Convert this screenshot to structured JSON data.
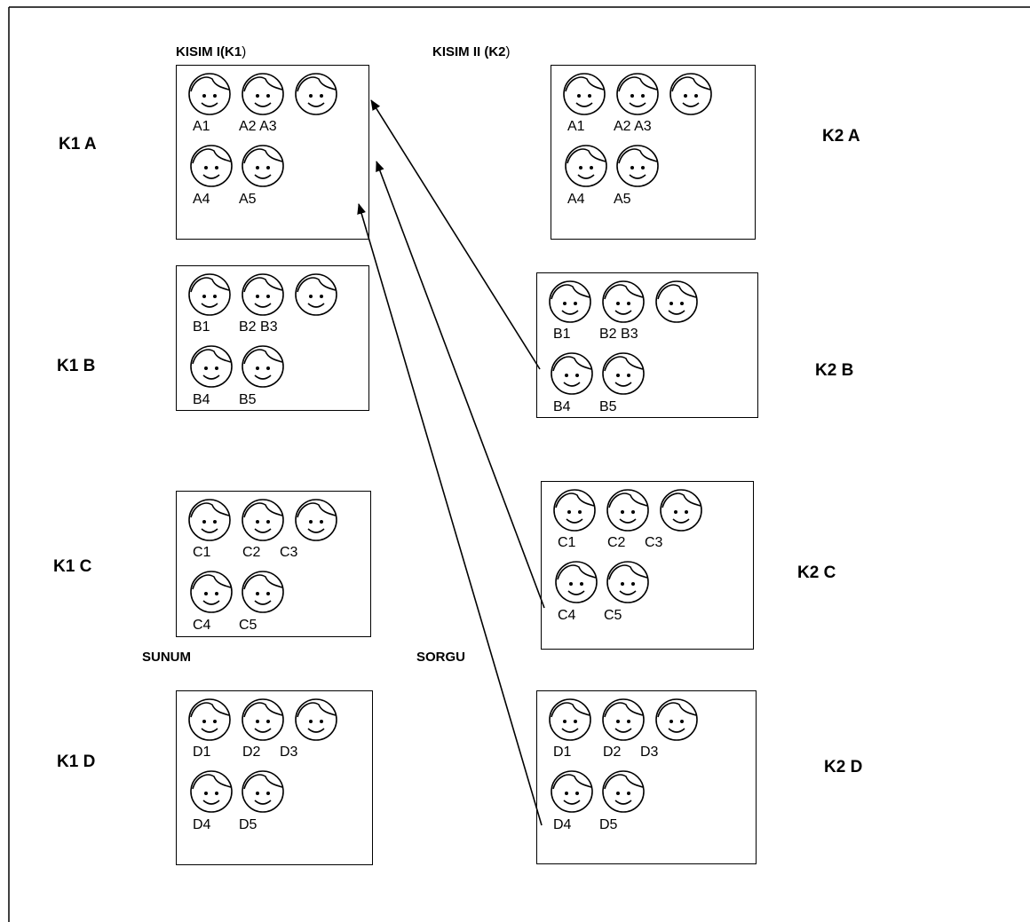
{
  "headers": {
    "left_pre": "KISIM I(",
    "left_mid": "K1",
    "left_post": ")",
    "right_pre": "KISIM II (",
    "right_mid": "K2",
    "right_post": ")"
  },
  "footers": {
    "left": "SUNUM",
    "right": "SORGU"
  },
  "left_groups": [
    {
      "label": "K1 A",
      "row1": [
        "A1",
        "A2 A3"
      ],
      "row2": [
        "A4",
        "A5"
      ]
    },
    {
      "label": "K1 B",
      "row1": [
        "B1",
        "B2 B3"
      ],
      "row2": [
        "B4",
        "B5"
      ]
    },
    {
      "label": "K1 C",
      "row1": [
        "C1",
        "C2",
        "C3"
      ],
      "row2": [
        "C4",
        "C5"
      ]
    },
    {
      "label": "K1 D",
      "row1": [
        "D1",
        "D2",
        "D3"
      ],
      "row2": [
        "D4",
        "D5"
      ]
    }
  ],
  "right_groups": [
    {
      "label": "K2 A",
      "row1": [
        "A1",
        "A2 A3"
      ],
      "row2": [
        "A4",
        "A5"
      ]
    },
    {
      "label": "K2 B",
      "row1": [
        "B1",
        "B2 B3"
      ],
      "row2": [
        "B4",
        "B5"
      ]
    },
    {
      "label": "K2 C",
      "row1": [
        "C1",
        "C2",
        "C3"
      ],
      "row2": [
        "C4",
        "C5"
      ]
    },
    {
      "label": "K2 D",
      "row1": [
        "D1",
        "D2",
        "D3"
      ],
      "row2": [
        "D4",
        "D5"
      ]
    }
  ],
  "icons": {
    "student": "smiley-face-icon",
    "arrow": "arrow-icon"
  }
}
